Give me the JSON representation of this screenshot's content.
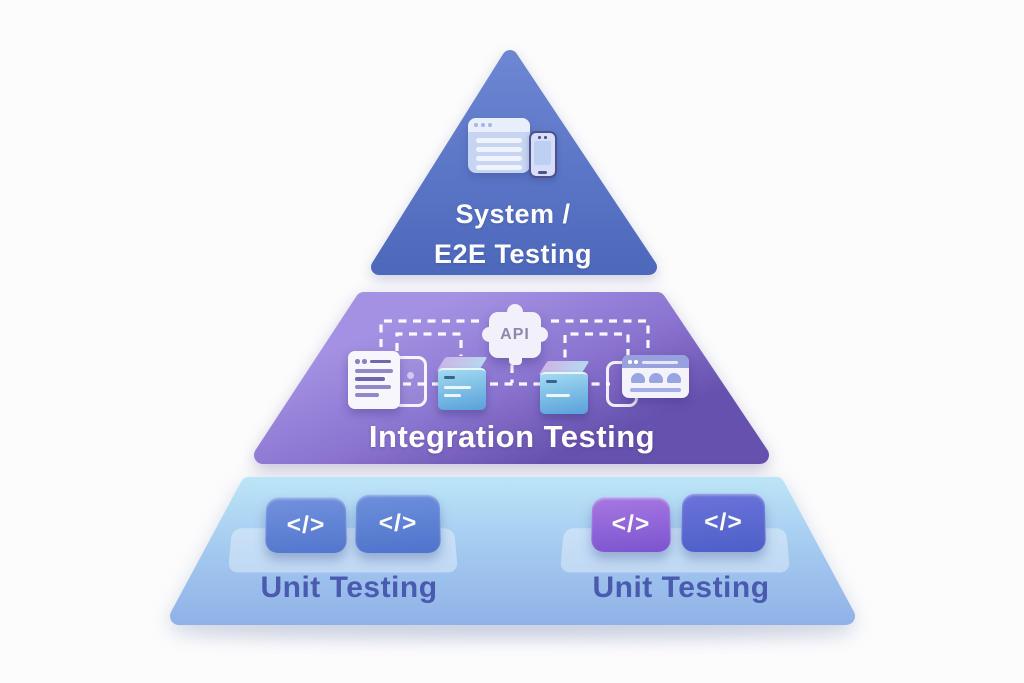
{
  "tiers": {
    "system": {
      "label_line1": "System /",
      "label_line2": "E2E Testing"
    },
    "integration": {
      "label": "Integration Testing",
      "api_badge": "API"
    },
    "unit_left": {
      "label": "Unit Testing"
    },
    "unit_right": {
      "label": "Unit Testing"
    }
  },
  "icons": {
    "code_glyph": "</>"
  },
  "colors": {
    "system_tier_top": "#6d87d3",
    "system_tier_bottom": "#4c67bb",
    "integration_tier_top": "#a491e3",
    "integration_tier_bottom": "#6751ae",
    "unit_tier_top": "#bce5f7",
    "unit_tier_bottom": "#90b1e8",
    "unit_label_text": "#4a5aae",
    "api_text": "#8d89a8",
    "tile_blue": "#5376ce",
    "tile_purple": "#7d54cf",
    "tile_indigo": "#4d5fc8",
    "box_teal": "#58a1da",
    "connector_white": "#ffffff"
  }
}
